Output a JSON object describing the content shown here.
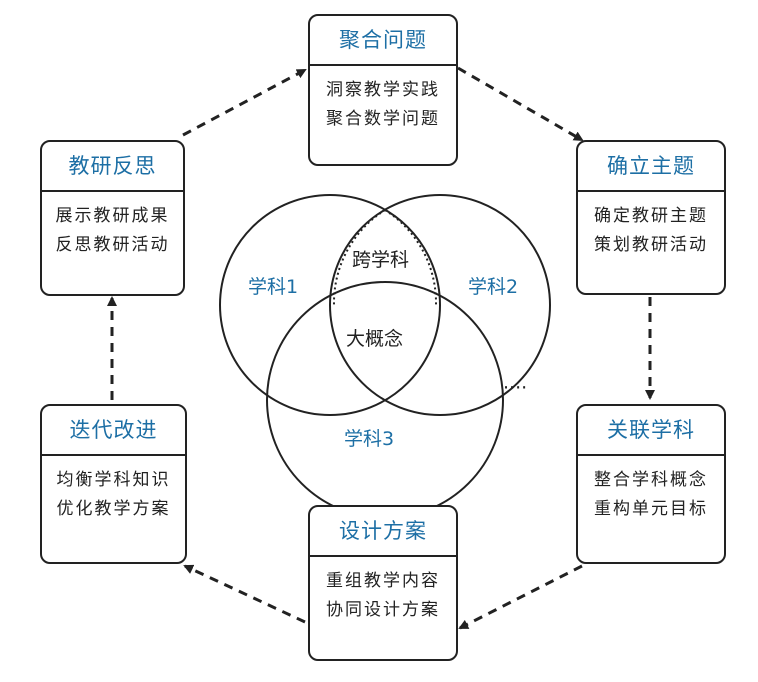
{
  "nodes": {
    "aggregate": {
      "title": "聚合问题",
      "line1": "洞察教学实践",
      "line2": "聚合数学问题"
    },
    "confirm": {
      "title": "确立主题",
      "line1": "确定教研主题",
      "line2": "策划教研活动"
    },
    "relate": {
      "title": "关联学科",
      "line1": "整合学科概念",
      "line2": "重构单元目标"
    },
    "design": {
      "title": "设计方案",
      "line1": "重组教学内容",
      "line2": "协同设计方案"
    },
    "iterate": {
      "title": "迭代改进",
      "line1": "均衡学科知识",
      "line2": "优化教学方案"
    },
    "reflect": {
      "title": "教研反思",
      "line1": "展示教研成果",
      "line2": "反思教研活动"
    }
  },
  "venn": {
    "subject1": "学科1",
    "subject2": "学科2",
    "subject3": "学科3",
    "cross": "跨学科",
    "core": "大概念",
    "more": "····"
  },
  "colors": {
    "title": "#1d6fa5",
    "stroke": "#222222"
  }
}
